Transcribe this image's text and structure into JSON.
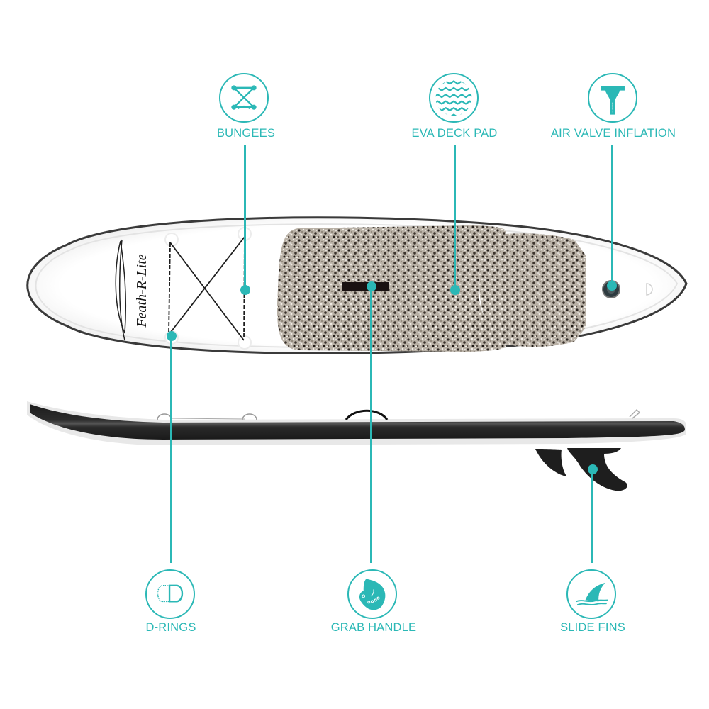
{
  "accent_color": "#2bb8b6",
  "product": {
    "brand_logo_text": "Feath-R-Lite",
    "views": [
      "top-view",
      "side-view"
    ]
  },
  "features": {
    "bungees": {
      "label": "BUNGEES",
      "icon": "bungee-cross-icon",
      "position": "top"
    },
    "eva_deck_pad": {
      "label": "EVA DECK PAD",
      "icon": "zigzag-texture-icon",
      "position": "top"
    },
    "air_valve": {
      "label": "AIR VALVE INFLATION",
      "icon": "valve-pump-icon",
      "position": "top"
    },
    "d_rings": {
      "label": "D-RINGS",
      "icon": "d-ring-icon",
      "position": "bottom"
    },
    "grab_handle": {
      "label": "GRAB HANDLE",
      "icon": "hand-icon",
      "position": "bottom"
    },
    "slide_fins": {
      "label": "SLIDE FINS",
      "icon": "shark-fin-icon",
      "position": "bottom"
    }
  }
}
